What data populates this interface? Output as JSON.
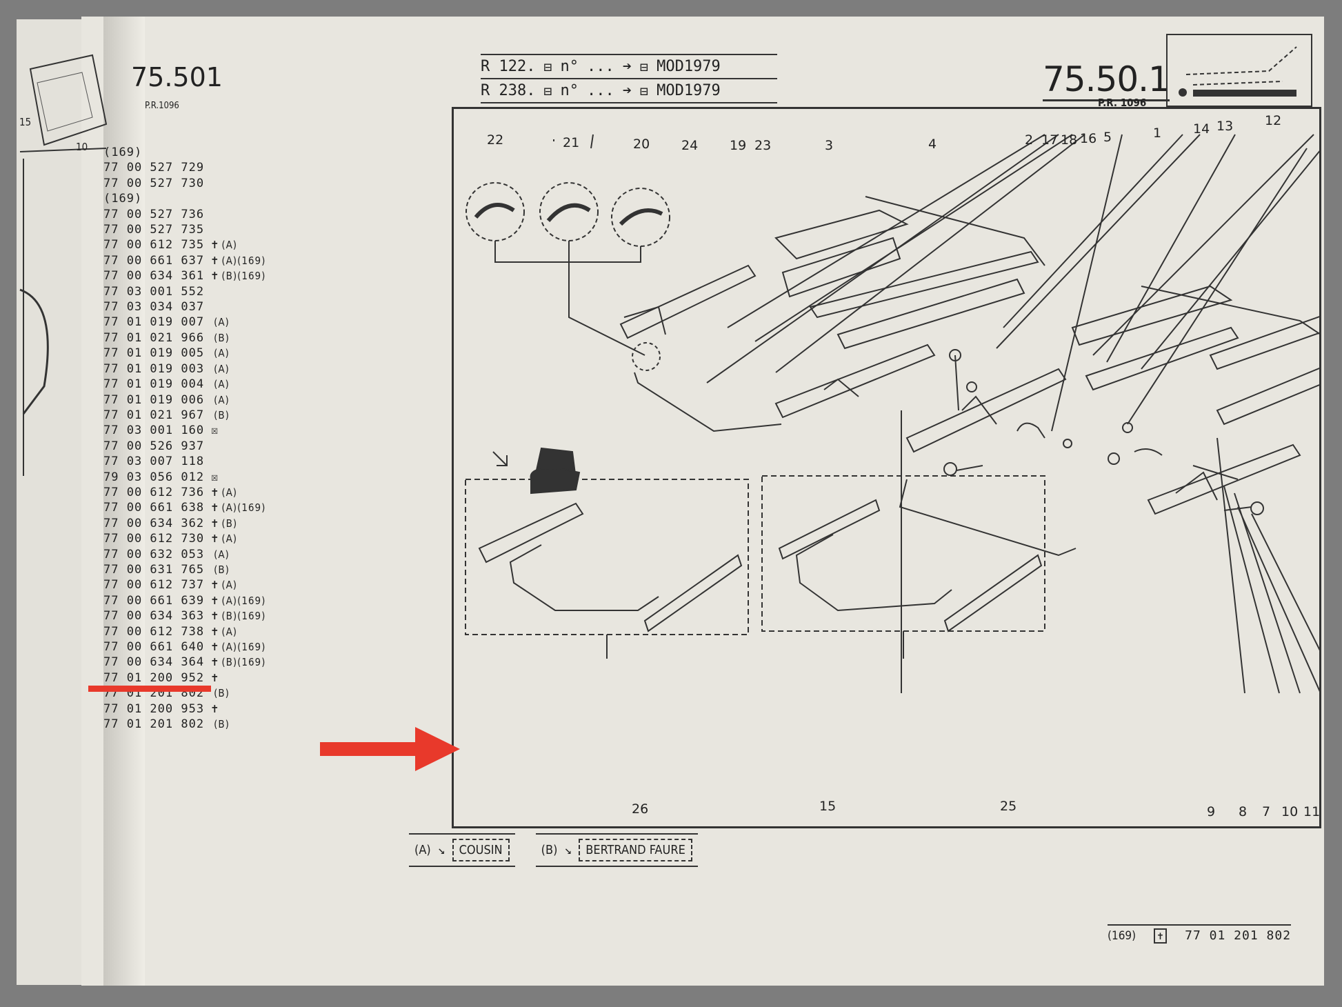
{
  "header": {
    "section_code": "75.50.1",
    "pr_ref_right": "P.R. 1096",
    "left_section_code": "75.501",
    "left_pr_ref": "P.R.1096",
    "models": [
      {
        "model": "R 122.",
        "sym": "n°",
        "dots": "...",
        "mod": "MOD1979"
      },
      {
        "model": "R 238.",
        "sym": "n°",
        "dots": "...",
        "mod": "MOD1979"
      }
    ]
  },
  "left_page": {
    "num_a": "15",
    "num_b": "10"
  },
  "parts_list": [
    {
      "pre": "",
      "num": "(169)",
      "mark": "",
      "note": ""
    },
    {
      "pre": "",
      "num": "77 00 527 729",
      "mark": "",
      "note": ""
    },
    {
      "pre": "",
      "num": "77 00 527 730",
      "mark": "",
      "note": ""
    },
    {
      "pre": "",
      "num": "(169)",
      "mark": "",
      "note": ""
    },
    {
      "pre": "",
      "num": "77 00 527 736",
      "mark": "",
      "note": ""
    },
    {
      "pre": "",
      "num": "77 00 527 735",
      "mark": "",
      "note": ""
    },
    {
      "pre": "",
      "num": "77 00 612 735",
      "mark": "✝",
      "note": "(A)"
    },
    {
      "pre": "",
      "num": "77 00 661 637",
      "mark": "✝",
      "note": "(A)(169)"
    },
    {
      "pre": "",
      "num": "77 00 634 361",
      "mark": "✝",
      "note": "(B)(169)"
    },
    {
      "pre": "",
      "num": "77 03 001 552",
      "mark": "",
      "note": ""
    },
    {
      "pre": "",
      "num": "77 03 034 037",
      "mark": "",
      "note": ""
    },
    {
      "pre": "",
      "num": "77 01 019 007",
      "mark": "",
      "note": "(A)"
    },
    {
      "pre": "",
      "num": "77 01 021 966",
      "mark": "",
      "note": "(B)"
    },
    {
      "pre": "",
      "num": "77 01 019 005",
      "mark": "",
      "note": "(A)"
    },
    {
      "pre": "",
      "num": "77 01 019 003",
      "mark": "",
      "note": "(A)"
    },
    {
      "pre": "",
      "num": "77 01 019 004",
      "mark": "",
      "note": "(A)"
    },
    {
      "pre": "",
      "num": "77 01 019 006",
      "mark": "",
      "note": "(A)"
    },
    {
      "pre": "",
      "num": "77 01 021 967",
      "mark": "",
      "note": "(B)"
    },
    {
      "pre": "",
      "num": "77 03 001 160",
      "mark": "☒",
      "note": ""
    },
    {
      "pre": "",
      "num": "77 00 526 937",
      "mark": "",
      "note": ""
    },
    {
      "pre": "",
      "num": "77 03 007 118",
      "mark": "",
      "note": ""
    },
    {
      "pre": "",
      "num": "79 03 056 012",
      "mark": "☒",
      "note": ""
    },
    {
      "pre": "",
      "num": "77 00 612 736",
      "mark": "✝",
      "note": "(A)"
    },
    {
      "pre": "",
      "num": "77 00 661 638",
      "mark": "✝",
      "note": "(A)(169)"
    },
    {
      "pre": "",
      "num": "77 00 634 362",
      "mark": "✝",
      "note": "(B)"
    },
    {
      "pre": "",
      "num": "77 00 612 730",
      "mark": "✝",
      "note": "(A)"
    },
    {
      "pre": "",
      "num": "77 00 632 053",
      "mark": "",
      "note": "(A)"
    },
    {
      "pre": "",
      "num": "77 00 631 765",
      "mark": "",
      "note": "(B)"
    },
    {
      "pre": "",
      "num": "77 00 612 737",
      "mark": "✝",
      "note": "(A)"
    },
    {
      "pre": "",
      "num": "77 00 661 639",
      "mark": "✝",
      "note": "(A)(169)"
    },
    {
      "pre": "",
      "num": "77 00 634 363",
      "mark": "✝",
      "note": "(B)(169)"
    },
    {
      "pre": "",
      "num": "77 00 612 738",
      "mark": "✝",
      "note": "(A)"
    },
    {
      "pre": "",
      "num": "77 00 661 640",
      "mark": "✝",
      "note": "(A)(169)"
    },
    {
      "pre": "",
      "num": "77 00 634 364",
      "mark": "✝",
      "note": "(B)(169)"
    },
    {
      "pre": "",
      "num": "77 01 200 952",
      "mark": "✝",
      "note": ""
    },
    {
      "pre": "",
      "num": "77 01 201 802",
      "mark": "",
      "note": "(B)"
    },
    {
      "pre": "",
      "num": "77 01 200 953",
      "mark": "✝",
      "note": ""
    },
    {
      "pre": "",
      "num": "77 01 201 802",
      "mark": "",
      "note": "(B)"
    }
  ],
  "callouts_top": [
    "22",
    "21",
    "20",
    "24",
    "19",
    "23",
    "3",
    "4",
    "2",
    "17",
    "18",
    "16",
    "5",
    "1",
    "14",
    "13",
    "12"
  ],
  "callouts_bottom": [
    "26",
    "15",
    "25",
    "9",
    "8",
    "7",
    "10",
    "11"
  ],
  "legend": [
    {
      "key": "(A)",
      "label": "COUSIN"
    },
    {
      "key": "(B)",
      "label": "BERTRAND FAURE"
    }
  ],
  "footer": {
    "ref": "(169)",
    "mark": "✝",
    "part": "77 01 201 802"
  },
  "colors": {
    "highlight": "#e8392b",
    "ink": "#222222",
    "paper": "#e8e6df"
  }
}
